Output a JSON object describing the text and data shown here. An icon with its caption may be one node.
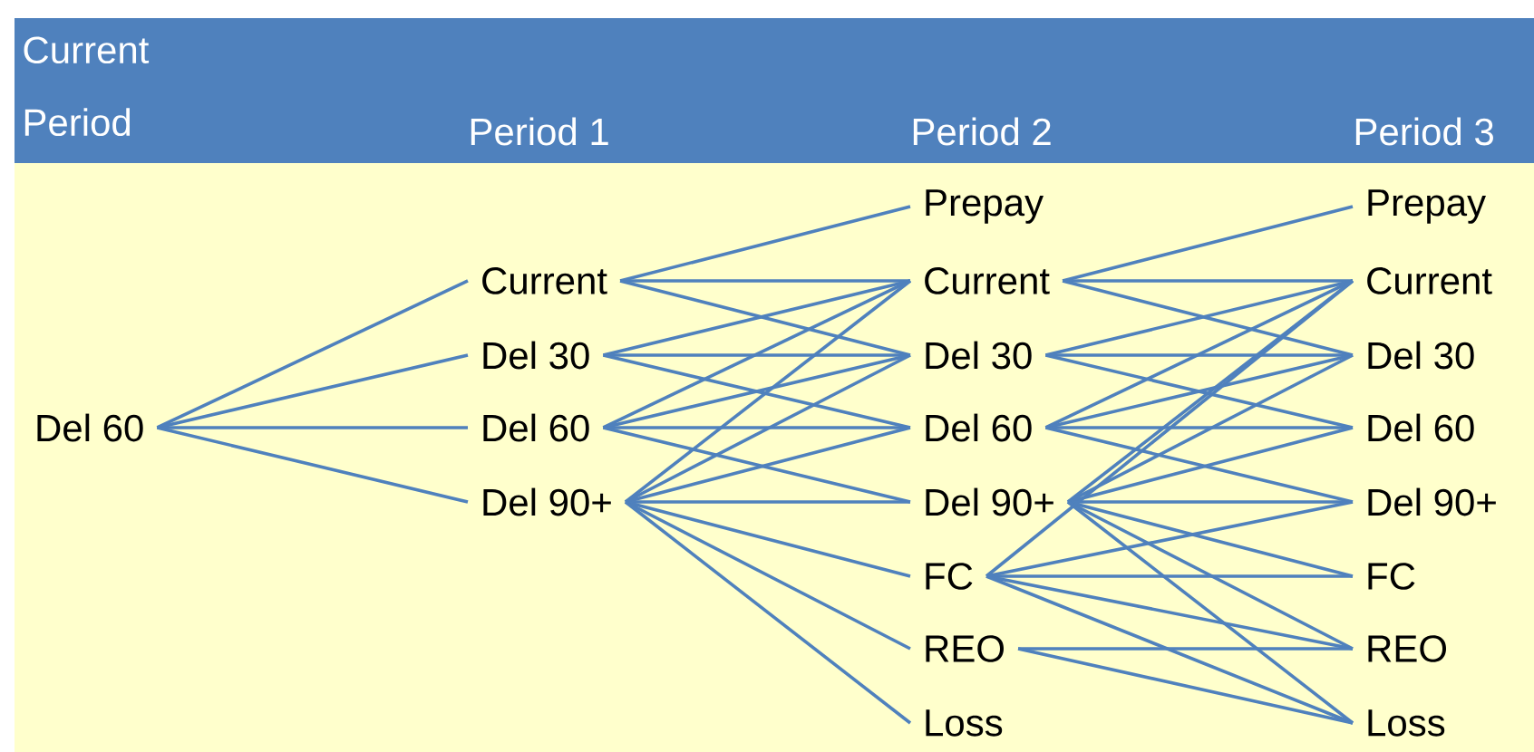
{
  "diagram": {
    "nodes": [
      {
        "text": [
          "Del 60"
        ]
      },
      {
        "text": [
          "Current"
        ]
      },
      {
        "text": [
          "Del 30"
        ]
      },
      {
        "text": [
          "Del 60"
        ]
      },
      {
        "text": [
          "Del 90+"
        ]
      },
      {
        "text": [
          "Prepay"
        ]
      },
      {
        "text": [
          "Current"
        ]
      },
      {
        "text": [
          "Del 30"
        ]
      },
      {
        "text": [
          "Del 60"
        ]
      },
      {
        "text": [
          "Del 90+"
        ]
      },
      {
        "text": [
          "FC"
        ]
      },
      {
        "text": [
          "REO"
        ]
      },
      {
        "text": [
          "Loss"
        ]
      },
      {
        "text": [
          "Prepay"
        ]
      },
      {
        "text": [
          "Current"
        ]
      },
      {
        "text": [
          "Del 30"
        ]
      },
      {
        "text": [
          "Del 60"
        ]
      },
      {
        "text": [
          "Del 90+"
        ]
      },
      {
        "text": [
          "FC"
        ]
      },
      {
        "text": [
          "REO"
        ]
      },
      {
        "text": [
          "Loss"
        ]
      }
    ],
    "edges": [
      {
        "from": 0,
        "to": 1,
        "arrow": "none"
      },
      {
        "from": 0,
        "to": 2,
        "arrow": "none"
      },
      {
        "from": 0,
        "to": 3,
        "arrow": "none"
      },
      {
        "from": 0,
        "to": 4,
        "arrow": "none"
      },
      {
        "from": 1,
        "to": 5,
        "arrow": "none"
      },
      {
        "from": 1,
        "to": 6,
        "arrow": "none"
      },
      {
        "from": 1,
        "to": 7,
        "arrow": "none"
      },
      {
        "from": 2,
        "to": 6,
        "arrow": "none"
      },
      {
        "from": 2,
        "to": 7,
        "arrow": "none"
      },
      {
        "from": 2,
        "to": 8,
        "arrow": "none"
      },
      {
        "from": 3,
        "to": 6,
        "arrow": "none"
      },
      {
        "from": 3,
        "to": 7,
        "arrow": "none"
      },
      {
        "from": 3,
        "to": 8,
        "arrow": "none"
      },
      {
        "from": 3,
        "to": 9,
        "arrow": "none"
      },
      {
        "from": 4,
        "to": 6,
        "arrow": "none"
      },
      {
        "from": 4,
        "to": 7,
        "arrow": "none"
      },
      {
        "from": 4,
        "to": 8,
        "arrow": "none"
      },
      {
        "from": 4,
        "to": 9,
        "arrow": "none"
      },
      {
        "from": 4,
        "to": 10,
        "arrow": "none"
      },
      {
        "from": 4,
        "to": 11,
        "arrow": "none"
      },
      {
        "from": 4,
        "to": 12,
        "arrow": "none"
      },
      {
        "from": 6,
        "to": 13,
        "arrow": "none"
      },
      {
        "from": 6,
        "to": 14,
        "arrow": "none"
      },
      {
        "from": 6,
        "to": 15,
        "arrow": "none"
      },
      {
        "from": 7,
        "to": 14,
        "arrow": "none"
      },
      {
        "from": 7,
        "to": 15,
        "arrow": "none"
      },
      {
        "from": 7,
        "to": 16,
        "arrow": "none"
      },
      {
        "from": 8,
        "to": 14,
        "arrow": "none"
      },
      {
        "from": 8,
        "to": 15,
        "arrow": "none"
      },
      {
        "from": 8,
        "to": 16,
        "arrow": "none"
      },
      {
        "from": 8,
        "to": 17,
        "arrow": "none"
      },
      {
        "from": 9,
        "to": 14,
        "arrow": "none"
      },
      {
        "from": 9,
        "to": 15,
        "arrow": "none"
      },
      {
        "from": 9,
        "to": 16,
        "arrow": "none"
      },
      {
        "from": 9,
        "to": 17,
        "arrow": "none"
      },
      {
        "from": 9,
        "to": 18,
        "arrow": "none"
      },
      {
        "from": 9,
        "to": 19,
        "arrow": "none"
      },
      {
        "from": 9,
        "to": 20,
        "arrow": "none"
      },
      {
        "from": 10,
        "to": 14,
        "arrow": "none"
      },
      {
        "from": 10,
        "to": 17,
        "arrow": "none"
      },
      {
        "from": 10,
        "to": 18,
        "arrow": "none"
      },
      {
        "from": 10,
        "to": 19,
        "arrow": "none"
      },
      {
        "from": 10,
        "to": 20,
        "arrow": "none"
      },
      {
        "from": 11,
        "to": 19,
        "arrow": "none"
      },
      {
        "from": 11,
        "to": 20,
        "arrow": "none"
      }
    ],
    "labels": [
      "Current Period",
      "Period 1",
      "Period 2",
      "Period 3"
    ]
  }
}
